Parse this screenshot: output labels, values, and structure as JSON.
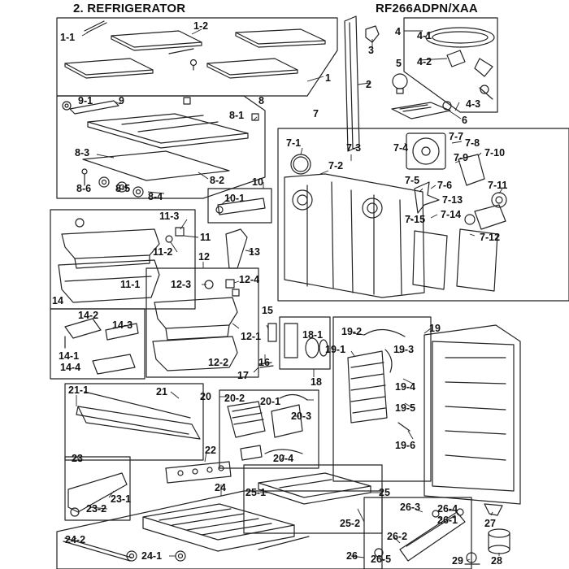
{
  "header": {
    "title": "2. REFRIGERATOR",
    "model": "RF266ADPN/XAA"
  },
  "callouts": [
    {
      "id": "c1-1",
      "text": "1-1"
    },
    {
      "id": "c1-2",
      "text": "1-2"
    },
    {
      "id": "c1",
      "text": "1"
    },
    {
      "id": "c2",
      "text": "2"
    },
    {
      "id": "c3",
      "text": "3"
    },
    {
      "id": "c4",
      "text": "4"
    },
    {
      "id": "c4-1",
      "text": "4-1"
    },
    {
      "id": "c4-2",
      "text": "4-2"
    },
    {
      "id": "c4-3",
      "text": "4-3"
    },
    {
      "id": "c5",
      "text": "5"
    },
    {
      "id": "c6",
      "text": "6"
    },
    {
      "id": "c7",
      "text": "7"
    },
    {
      "id": "c7-1",
      "text": "7-1"
    },
    {
      "id": "c7-2",
      "text": "7-2"
    },
    {
      "id": "c7-3",
      "text": "7-3"
    },
    {
      "id": "c7-4",
      "text": "7-4"
    },
    {
      "id": "c7-5",
      "text": "7-5"
    },
    {
      "id": "c7-6",
      "text": "7-6"
    },
    {
      "id": "c7-7",
      "text": "7-7"
    },
    {
      "id": "c7-8",
      "text": "7-8"
    },
    {
      "id": "c7-9",
      "text": "7-9"
    },
    {
      "id": "c7-10",
      "text": "7-10"
    },
    {
      "id": "c7-11",
      "text": "7-11"
    },
    {
      "id": "c7-12",
      "text": "7-12"
    },
    {
      "id": "c7-13",
      "text": "7-13"
    },
    {
      "id": "c7-14",
      "text": "7-14"
    },
    {
      "id": "c7-15",
      "text": "7-15"
    },
    {
      "id": "c8",
      "text": "8"
    },
    {
      "id": "c8-1",
      "text": "8-1"
    },
    {
      "id": "c8-2",
      "text": "8-2"
    },
    {
      "id": "c8-3",
      "text": "8-3"
    },
    {
      "id": "c8-4",
      "text": "8-4"
    },
    {
      "id": "c8-5",
      "text": "8-5"
    },
    {
      "id": "c8-6",
      "text": "8-6"
    },
    {
      "id": "c9",
      "text": "9"
    },
    {
      "id": "c9-1",
      "text": "9-1"
    },
    {
      "id": "c10",
      "text": "10"
    },
    {
      "id": "c10-1",
      "text": "10-1"
    },
    {
      "id": "c11",
      "text": "11"
    },
    {
      "id": "c11-1",
      "text": "11-1"
    },
    {
      "id": "c11-2",
      "text": "11-2"
    },
    {
      "id": "c11-3",
      "text": "11-3"
    },
    {
      "id": "c12",
      "text": "12"
    },
    {
      "id": "c12-1",
      "text": "12-1"
    },
    {
      "id": "c12-2",
      "text": "12-2"
    },
    {
      "id": "c12-3",
      "text": "12-3"
    },
    {
      "id": "c12-4",
      "text": "12-4"
    },
    {
      "id": "c13",
      "text": "13"
    },
    {
      "id": "c14",
      "text": "14"
    },
    {
      "id": "c14-1",
      "text": "14-1"
    },
    {
      "id": "c14-2",
      "text": "14-2"
    },
    {
      "id": "c14-3",
      "text": "14-3"
    },
    {
      "id": "c14-4",
      "text": "14-4"
    },
    {
      "id": "c15",
      "text": "15"
    },
    {
      "id": "c16",
      "text": "16"
    },
    {
      "id": "c17",
      "text": "17"
    },
    {
      "id": "c18",
      "text": "18"
    },
    {
      "id": "c18-1",
      "text": "18-1"
    },
    {
      "id": "c19",
      "text": "19"
    },
    {
      "id": "c19-1",
      "text": "19-1"
    },
    {
      "id": "c19-2",
      "text": "19-2"
    },
    {
      "id": "c19-3",
      "text": "19-3"
    },
    {
      "id": "c19-4",
      "text": "19-4"
    },
    {
      "id": "c19-5",
      "text": "19-5"
    },
    {
      "id": "c19-6",
      "text": "19-6"
    },
    {
      "id": "c20",
      "text": "20"
    },
    {
      "id": "c20-1",
      "text": "20-1"
    },
    {
      "id": "c20-2",
      "text": "20-2"
    },
    {
      "id": "c20-3",
      "text": "20-3"
    },
    {
      "id": "c20-4",
      "text": "20-4"
    },
    {
      "id": "c21",
      "text": "21"
    },
    {
      "id": "c21-1",
      "text": "21-1"
    },
    {
      "id": "c22",
      "text": "22"
    },
    {
      "id": "c23",
      "text": "23"
    },
    {
      "id": "c23-1",
      "text": "23-1"
    },
    {
      "id": "c23-2",
      "text": "23-2"
    },
    {
      "id": "c24",
      "text": "24"
    },
    {
      "id": "c24-1",
      "text": "24-1"
    },
    {
      "id": "c24-2",
      "text": "24-2"
    },
    {
      "id": "c25",
      "text": "25"
    },
    {
      "id": "c25-1",
      "text": "25-1"
    },
    {
      "id": "c25-2",
      "text": "25-2"
    },
    {
      "id": "c26",
      "text": "26"
    },
    {
      "id": "c26-1",
      "text": "26-1"
    },
    {
      "id": "c26-2",
      "text": "26-2"
    },
    {
      "id": "c26-3",
      "text": "26-3"
    },
    {
      "id": "c26-4",
      "text": "26-4"
    },
    {
      "id": "c26-5",
      "text": "26-5"
    },
    {
      "id": "c27",
      "text": "27"
    },
    {
      "id": "c28",
      "text": "28"
    },
    {
      "id": "c29",
      "text": "29"
    }
  ]
}
